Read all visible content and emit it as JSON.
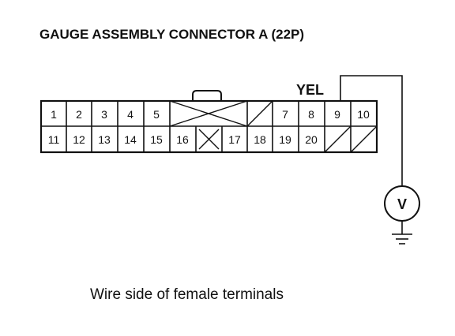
{
  "title": "GAUGE ASSEMBLY CONNECTOR A (22P)",
  "wire_color_label": "YEL",
  "meter_symbol": "V",
  "caption": "Wire side of female terminals",
  "connector": {
    "row1_pins": [
      "1",
      "2",
      "3",
      "4",
      "5",
      "",
      "",
      "7",
      "8",
      "9",
      "10"
    ],
    "row2_pins": [
      "11",
      "12",
      "13",
      "14",
      "15",
      "16",
      "",
      "17",
      "18",
      "19",
      "20"
    ],
    "probed_pin": "9"
  },
  "icons": {
    "meter": "voltmeter-icon",
    "ground": "ground-icon"
  }
}
